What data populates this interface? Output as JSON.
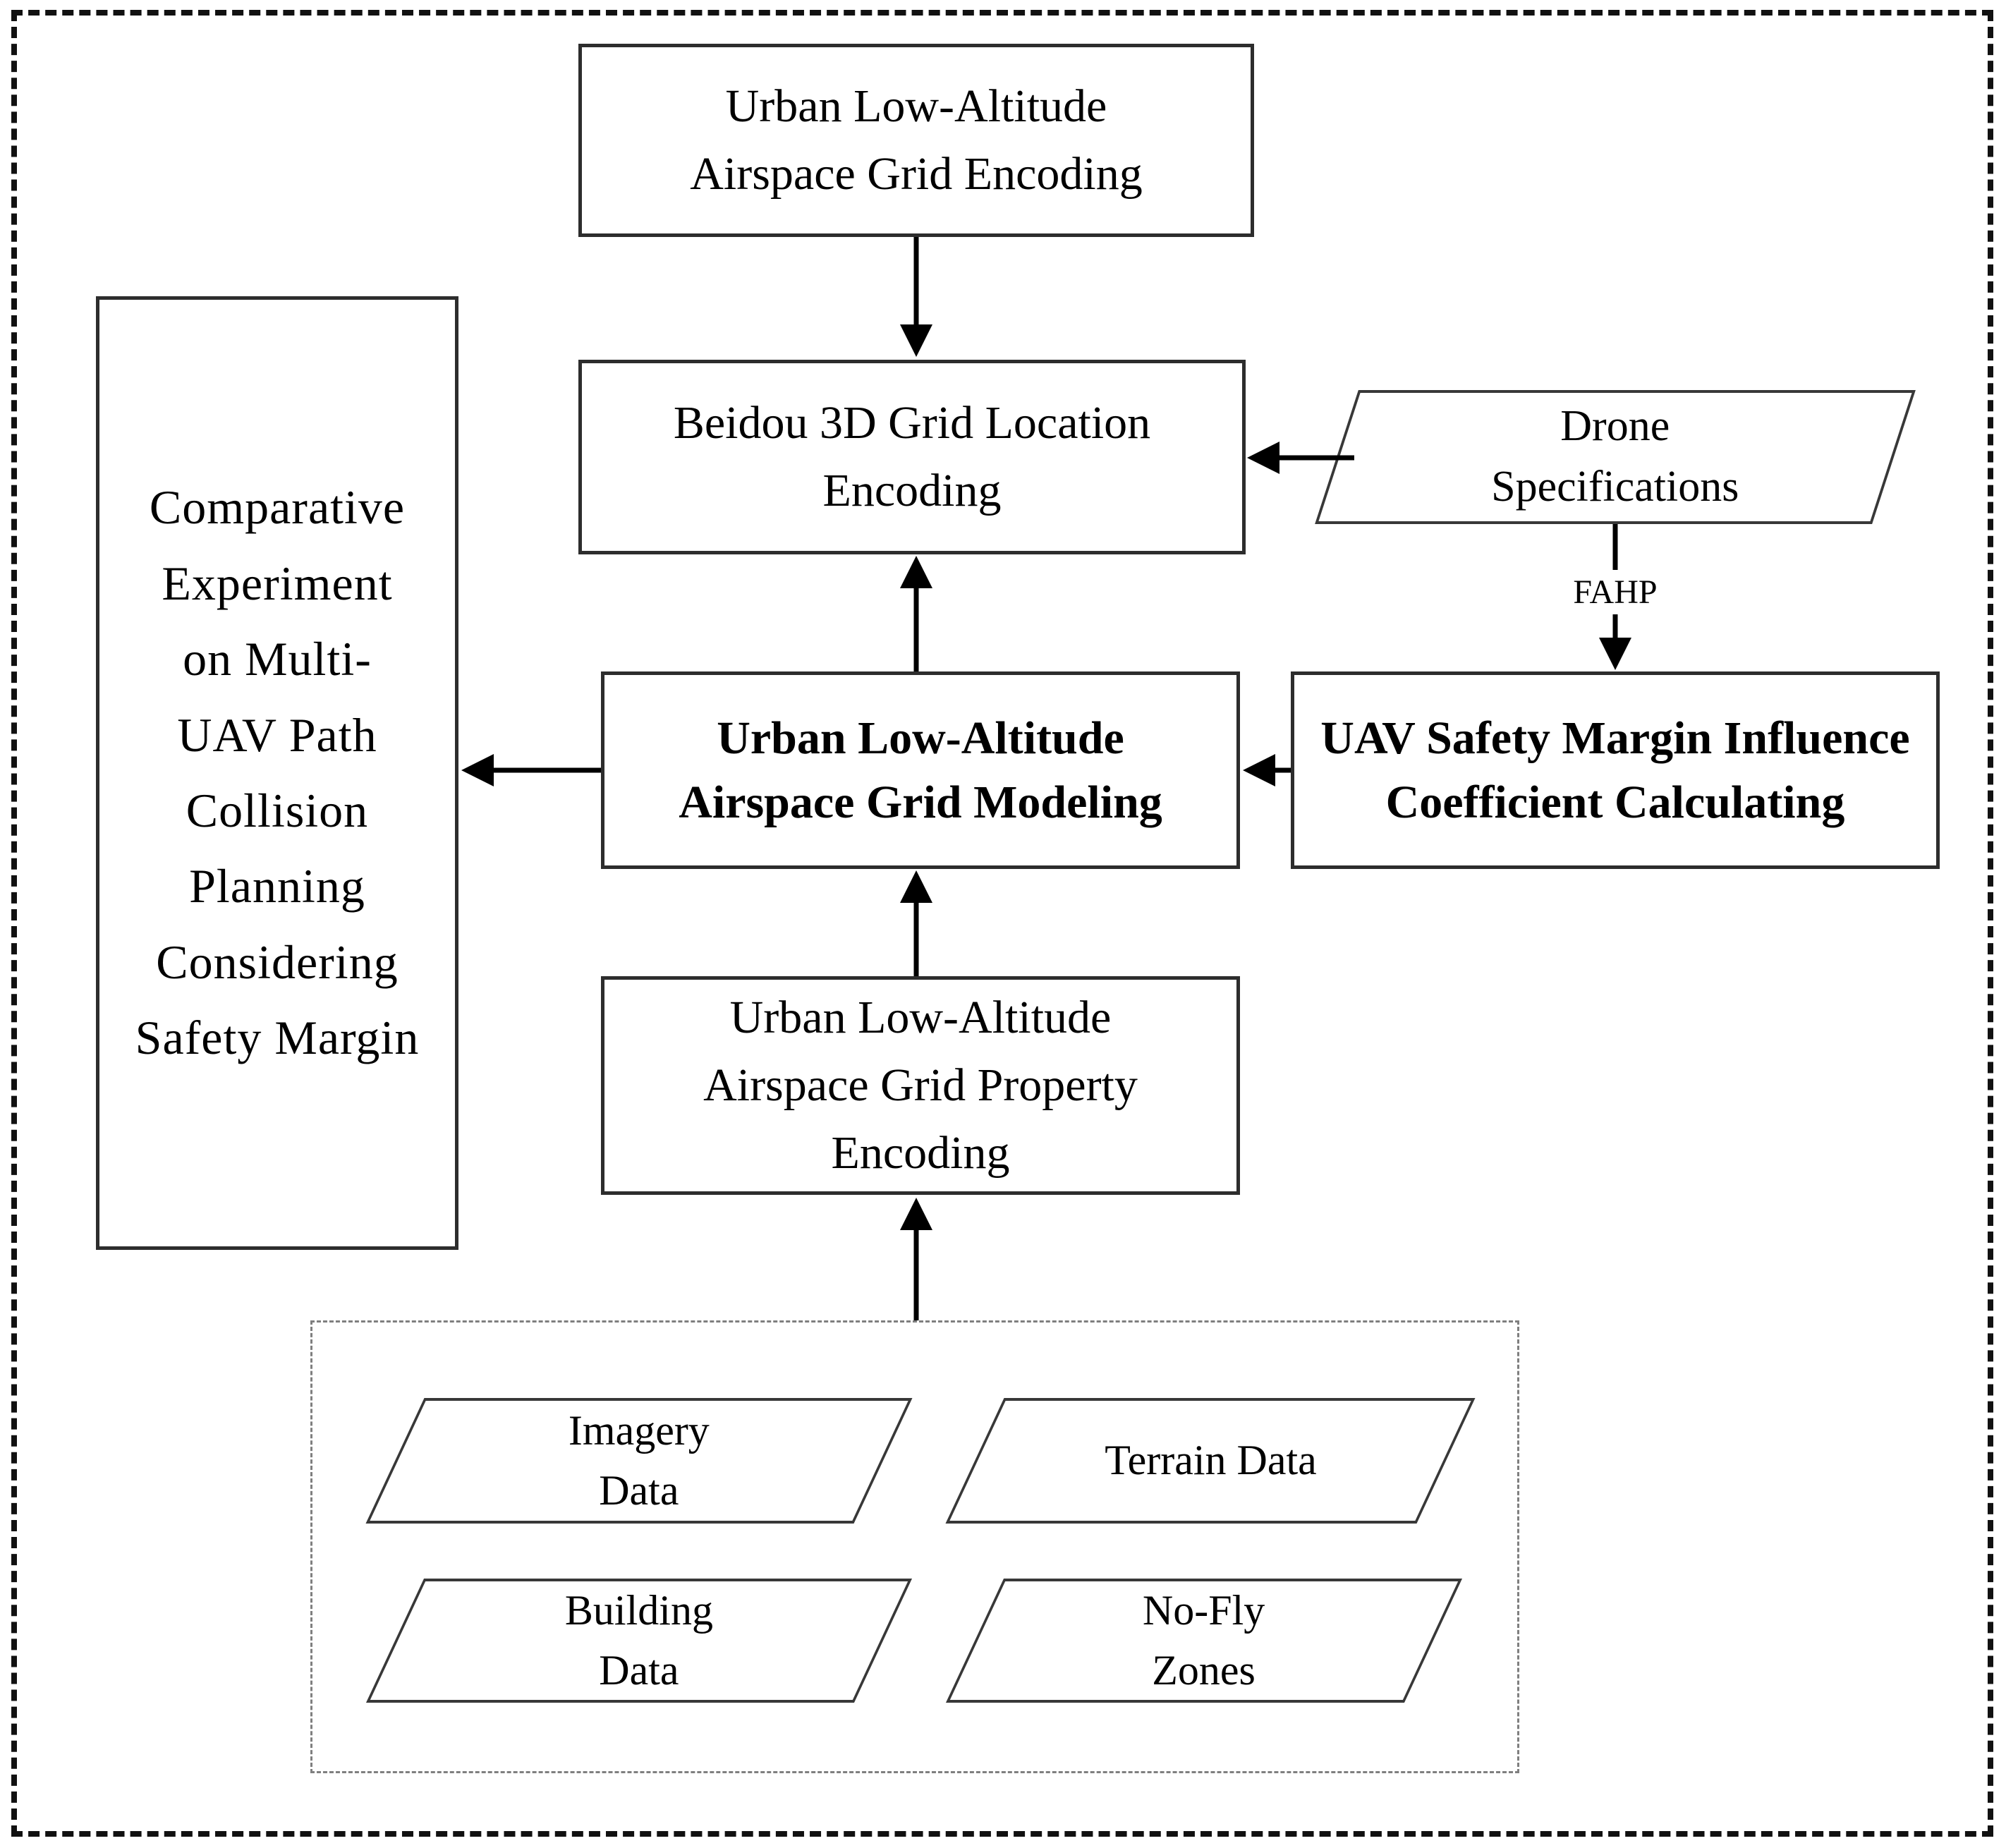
{
  "diagram": {
    "nodes": {
      "grid_encoding": {
        "lines": [
          "Urban Low-Altitude",
          "Airspace Grid Encoding"
        ]
      },
      "beidou_encoding": {
        "lines": [
          "Beidou 3D Grid Location",
          "Encoding"
        ]
      },
      "drone_specs": {
        "lines": [
          "Drone",
          "Specifications"
        ]
      },
      "uav_safety": {
        "lines": [
          "UAV Safety Margin Influence",
          "Coefficient Calculating"
        ]
      },
      "grid_modeling": {
        "lines": [
          "Urban Low-Altitude",
          "Airspace Grid Modeling"
        ]
      },
      "comparative_experiment": {
        "lines": [
          "Comparative",
          "Experiment",
          "on Multi-",
          "UAV Path",
          "Collision",
          "Planning",
          "Considering",
          "Safety Margin"
        ]
      },
      "property_encoding": {
        "lines": [
          "Urban Low-Altitude",
          "Airspace Grid Property",
          "Encoding"
        ]
      },
      "imagery_data": {
        "lines": [
          "Imagery",
          "Data"
        ]
      },
      "terrain_data": {
        "lines": [
          "Terrain Data"
        ]
      },
      "building_data": {
        "lines": [
          "Building",
          "Data"
        ]
      },
      "no_fly_zones": {
        "lines": [
          "No-Fly",
          "Zones"
        ]
      }
    },
    "edge_labels": {
      "fahp": "FAHP"
    },
    "colors": {
      "background": "#ffffff",
      "text": "#000000",
      "box_border": "#2d2d2d",
      "arrow": "#000000",
      "inner_dashed_border": "#7f7f7f",
      "outer_dashed_border": "#111111"
    }
  }
}
